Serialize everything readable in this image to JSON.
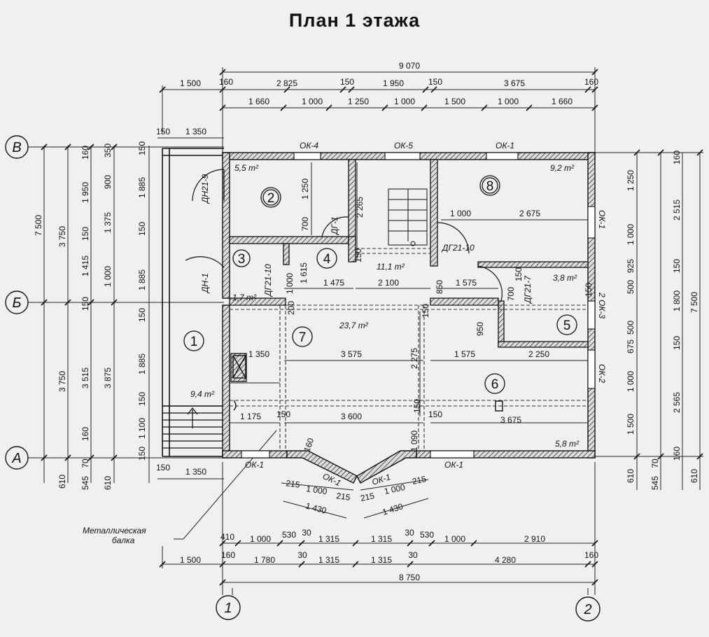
{
  "title": "План  1  этажа",
  "axes": {
    "horizontal": [
      "1",
      "2"
    ],
    "vertical": [
      "В",
      "Б",
      "А"
    ]
  },
  "rooms": [
    {
      "number": "1",
      "area": "9,4 m²"
    },
    {
      "number": "2",
      "area": "5,5 m²"
    },
    {
      "number": "3",
      "area": "1,7 m²"
    },
    {
      "number": "4",
      "area": "11,1 m²"
    },
    {
      "number": "5",
      "area": "3,8 m²"
    },
    {
      "number": "6",
      "area": "5,8 m²"
    },
    {
      "number": "7",
      "area": "23,7 m²"
    },
    {
      "number": "8",
      "area": "9,2 m²"
    }
  ],
  "openings": {
    "windows": [
      "ОК-4",
      "ОК-5",
      "ОК-1",
      "ОК-1",
      "ОК-3",
      "ОК-2",
      "ОК-1",
      "ОК-1",
      "ОК-1",
      "ОК-1",
      "2"
    ],
    "doors": [
      "ДН21-9",
      "ДГ-1",
      "ДГ21-10",
      "ДН-1",
      "ДГ21-10",
      "ДГ21-7"
    ]
  },
  "note": {
    "line1": "Металлическая",
    "line2": "балка"
  },
  "dims": {
    "top_overall": "9 070",
    "top_row2": [
      "1 500",
      "160",
      "2 825",
      "150",
      "1 950",
      "150",
      "3 675",
      "160"
    ],
    "top_row3": [
      "1 660",
      "1 000",
      "1 250",
      "1 000",
      "1 500",
      "1 000",
      "1 660"
    ],
    "porch_top": [
      "150",
      "1 350"
    ],
    "left_outer": [
      "3 750",
      "3 750",
      "7 500"
    ],
    "left_mid": [
      "160",
      "1 950",
      "150",
      "1 415",
      "150",
      "3 515",
      "160"
    ],
    "left_inner": [
      "350",
      "900",
      "1 375",
      "1 000",
      "3 875"
    ],
    "left_porch": [
      "150",
      "1 885",
      "150",
      "1 885",
      "150",
      "1 885",
      "150",
      "1 100",
      "150"
    ],
    "left_bottom": [
      "610",
      "70",
      "545",
      "610"
    ],
    "right_outer": [
      "7 500"
    ],
    "right_mid": [
      "160",
      "2 515",
      "150",
      "1 800",
      "150",
      "2 565",
      "160"
    ],
    "right_inner": [
      "1 250",
      "1 000",
      "925",
      "500",
      "500",
      "675",
      "1 000",
      "1 500"
    ],
    "right_bottom": [
      "610",
      "70",
      "545",
      "610"
    ],
    "interior": [
      "1 250",
      "700",
      "2 265",
      "1 000",
      "2 675",
      "150",
      "1 000",
      "1 615",
      "1 475",
      "2 100",
      "850",
      "1 575",
      "700",
      "150",
      "950",
      "1 350",
      "3 575",
      "2 275",
      "1 575",
      "2 250",
      "1 175",
      "150",
      "3 600",
      "1 090",
      "150",
      "3 675",
      "160",
      "150",
      "150",
      "200",
      "150"
    ],
    "bay": [
      "215",
      "1 000",
      "215",
      "1 430",
      "215",
      "1 000",
      "215",
      "1 430"
    ],
    "bottom_row1": [
      "410",
      "1 000",
      "530",
      "30",
      "1 315",
      "1 315",
      "30",
      "530",
      "1 000",
      "2 910"
    ],
    "bottom_row2": [
      "1 500",
      "160",
      "1 780",
      "30",
      "1 315",
      "1 315",
      "30",
      "4 280",
      "160"
    ],
    "bottom_overall": "8 750",
    "porch_bottom": [
      "150",
      "1 350"
    ]
  }
}
